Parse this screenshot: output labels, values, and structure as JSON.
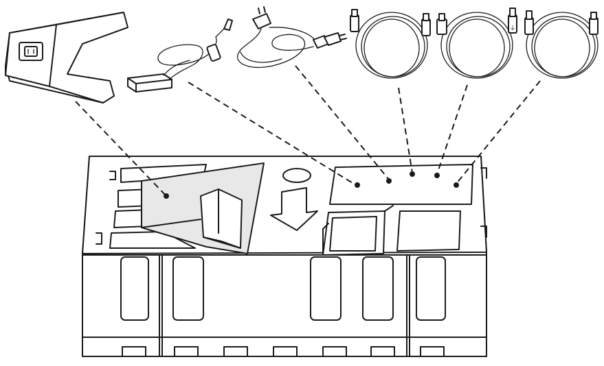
{
  "diagram": {
    "theme": {
      "line": "#1a1a1a",
      "background": "#ffffff"
    },
    "components": [
      {
        "id": "stand-base",
        "icon": "stand-base-icon",
        "slot": 1
      },
      {
        "id": "power-adapter",
        "icon": "power-adapter-icon",
        "slot": 2
      },
      {
        "id": "power-cord",
        "icon": "power-cord-icon",
        "slot": 3
      },
      {
        "id": "cable-1",
        "icon": "coiled-cable-icon",
        "slot": 4
      },
      {
        "id": "cable-2",
        "icon": "coiled-usb-cable-icon",
        "slot": 5
      },
      {
        "id": "cable-3",
        "icon": "coiled-cable-icon",
        "slot": 6
      }
    ],
    "packaging": {
      "icon": "foam-tray-icon",
      "arrow": "down-arrow-icon"
    }
  }
}
